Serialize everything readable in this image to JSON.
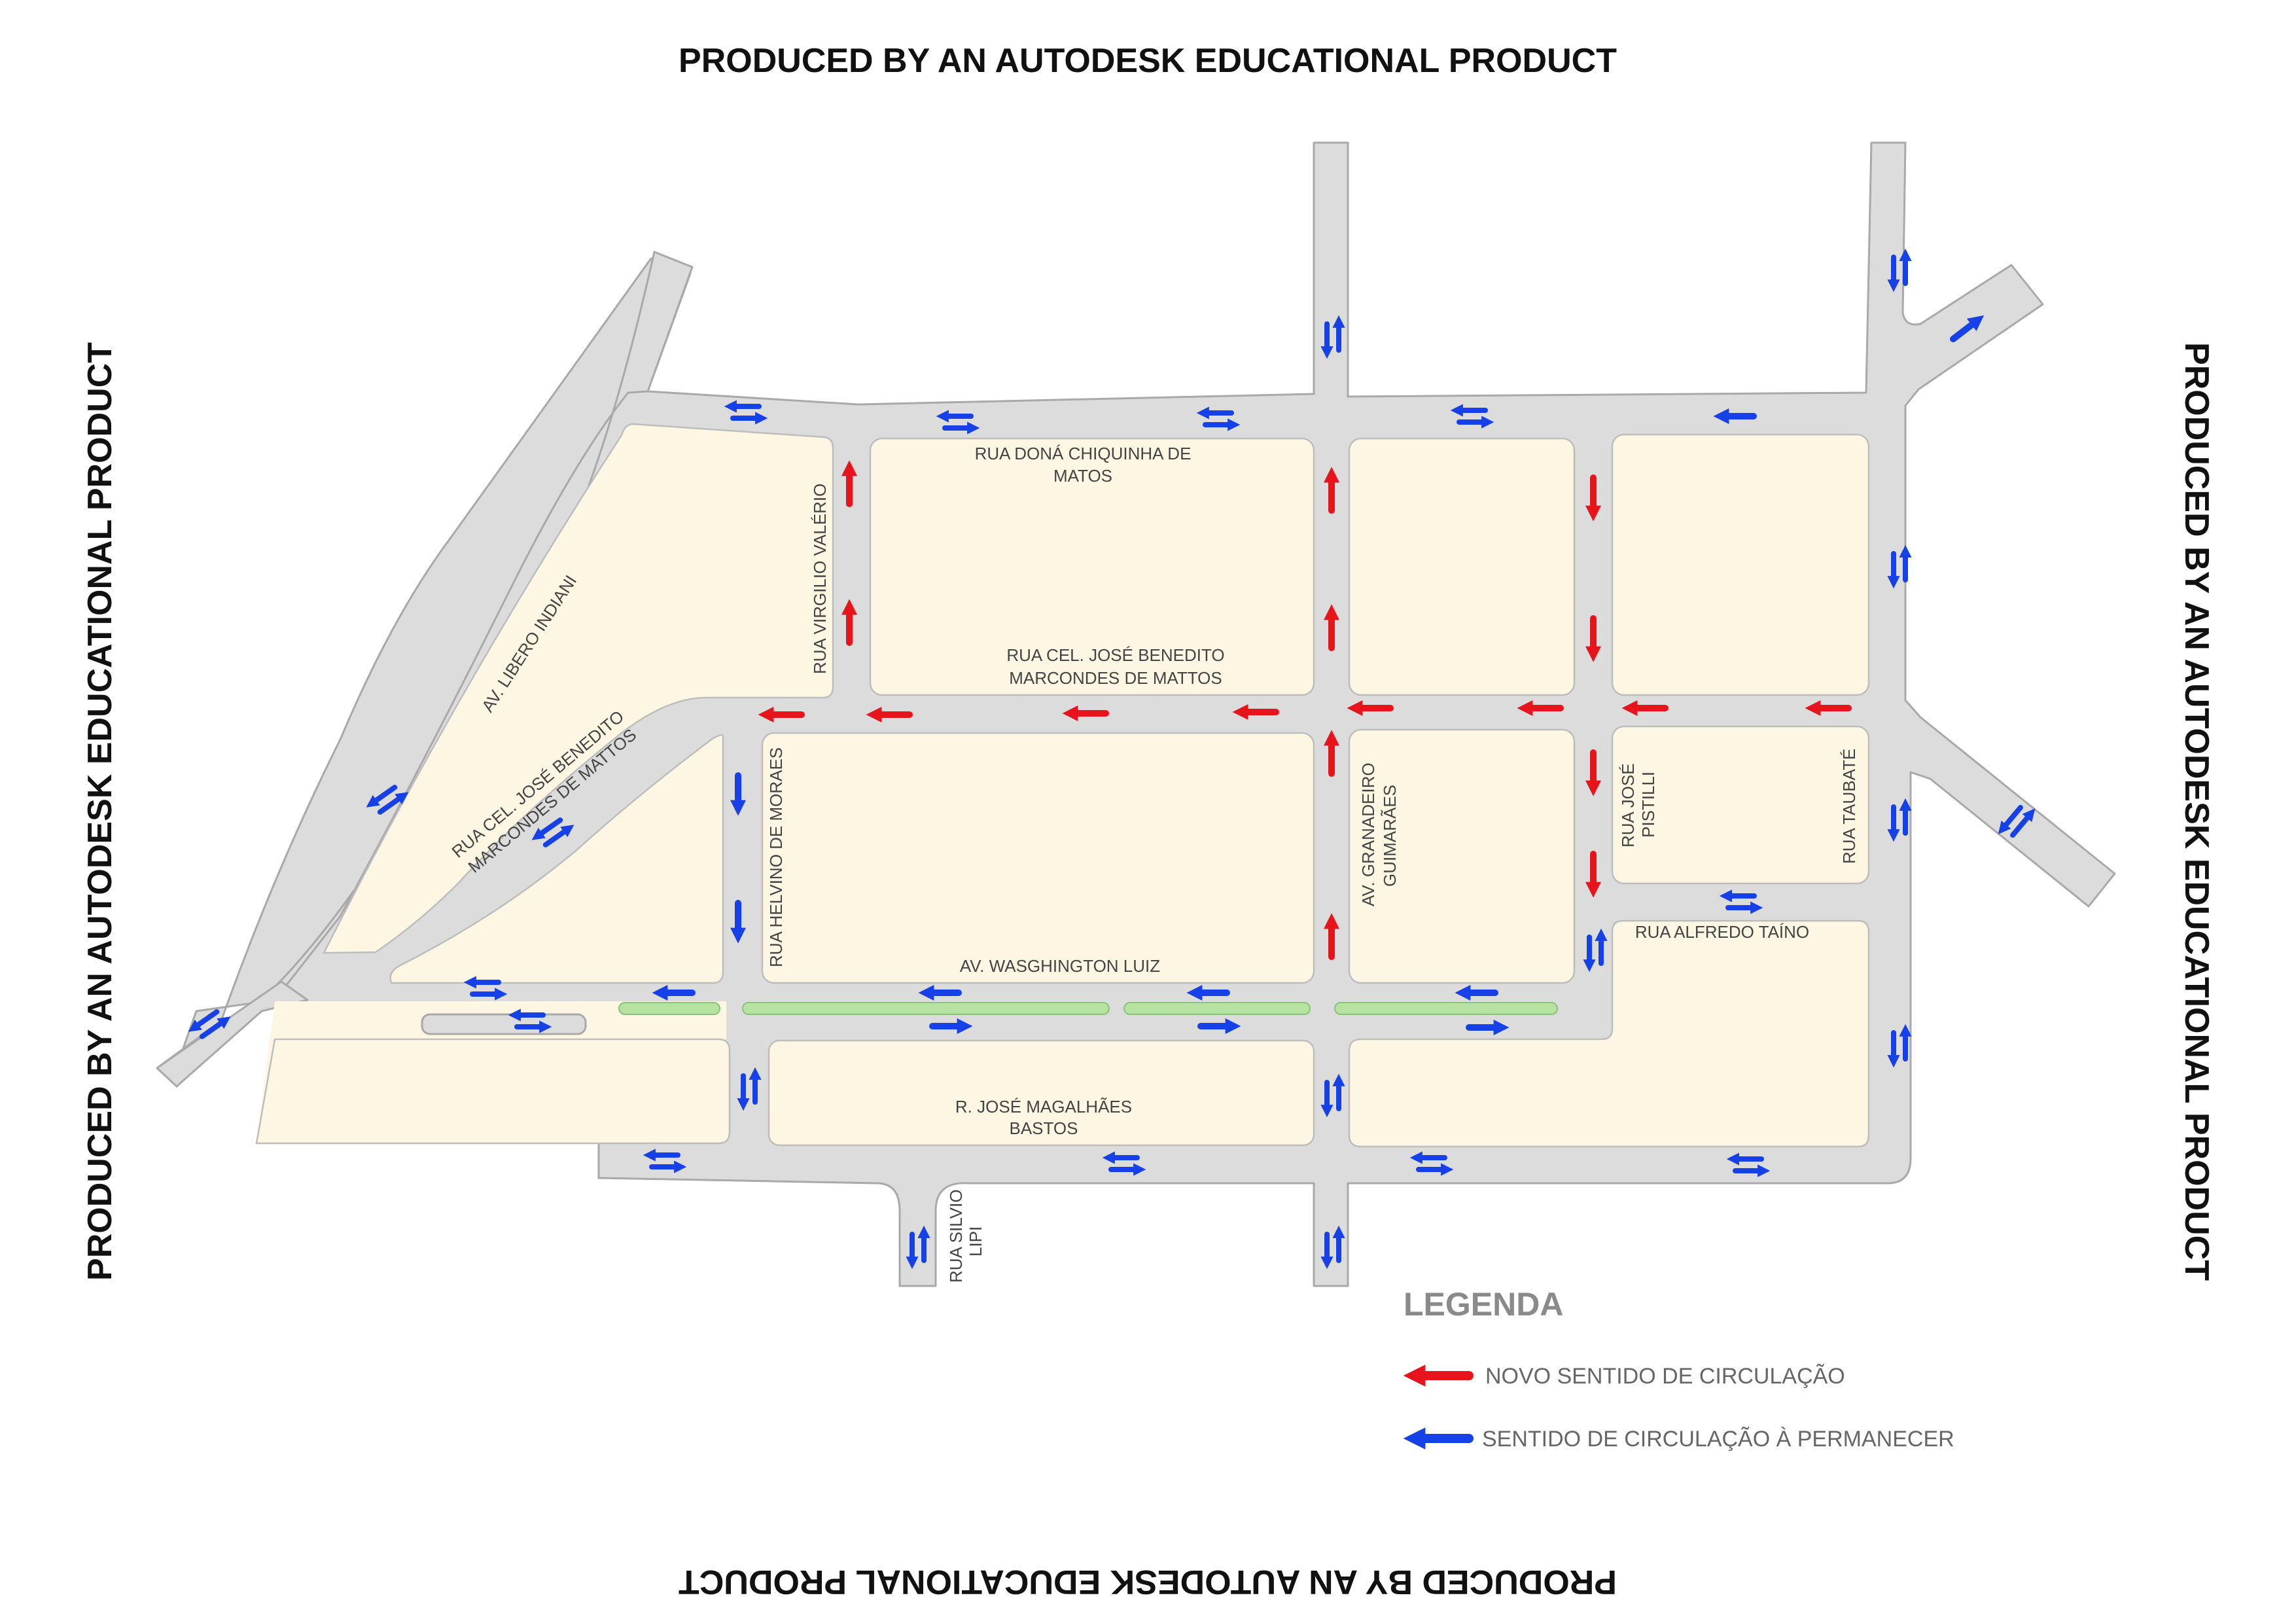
{
  "watermark": {
    "top": "PRODUCED BY AN AUTODESK EDUCATIONAL PRODUCT",
    "bottom": "PRODUCED BY AN AUTODESK EDUCATIONAL PRODUCT",
    "left": "PRODUCED BY AN AUTODESK EDUCATIONAL PRODUCT",
    "right": "PRODUCED BY AN AUTODESK EDUCATIONAL PRODUCT"
  },
  "streets": {
    "dona_chiquinha_1": "RUA DONÁ CHIQUINHA DE",
    "dona_chiquinha_2": "MATOS",
    "virgilio_valerio": "RUA VIRGILIO VALÉRIO",
    "libero_indiani": "AV. LIBERO INDIANI",
    "cel_jose_benedito_1": "RUA CEL. JOSÉ BENEDITO",
    "cel_jose_benedito_2": "MARCONDES DE MATTOS",
    "cel_jose_benedito_diag_1": "RUA CEL. JOSÉ BENEDITO",
    "cel_jose_benedito_diag_2": "MARCONDES DE MATTOS",
    "helvino_moraes": "RUA HELVINO DE MORAES",
    "washington_luiz": "AV. WASGHINGTON LUIZ",
    "granadeiro_1": "AV. GRANADEIRO",
    "granadeiro_2": "GUIMARÃES",
    "jose_pistilli_1": "RUA JOSÉ",
    "jose_pistilli_2": "PISTILLI",
    "taubate": "RUA TAUBATÉ",
    "alfredo_taino": "RUA ALFREDO TAÍNO",
    "jose_magalhaes_1": "R. JOSÉ MAGALHÃES",
    "jose_magalhaes_2": "BASTOS",
    "silvio_lipi_1": "RUA SILVIO",
    "silvio_lipi_2": "LIPI"
  },
  "legend": {
    "title": "LEGENDA",
    "items": [
      {
        "label": "NOVO SENTIDO DE CIRCULAÇÃO",
        "color": "#e8141b"
      },
      {
        "label": "SENTIDO DE CIRCULAÇÃO À PERMANECER",
        "color": "#1741e8"
      }
    ]
  },
  "colors": {
    "new_direction": "#e8141b",
    "keep_direction": "#1741e8",
    "road": "#dcdcdc",
    "block": "#fdf6e3",
    "median": "#b6e3a0"
  }
}
